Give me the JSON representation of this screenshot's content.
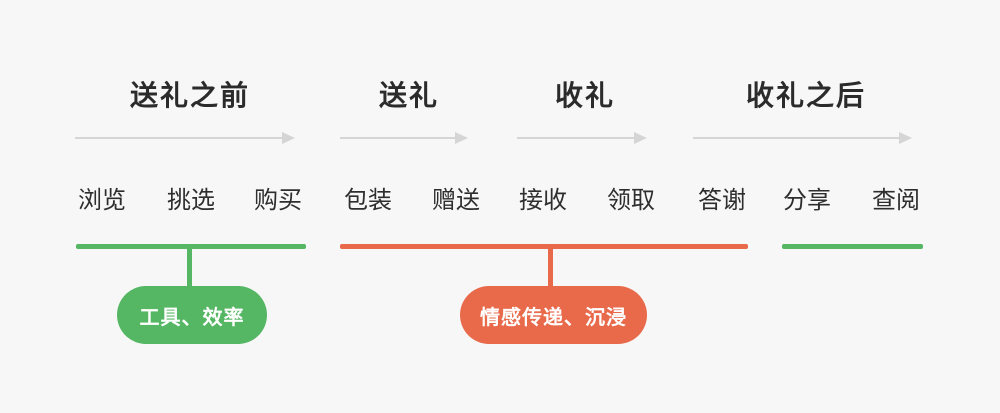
{
  "diagram": {
    "background": "#f7f7f7",
    "colors": {
      "green": "#55b664",
      "red": "#e96a4b",
      "arrow_gray": "#d5d5d5",
      "title_text": "#2b2b2b",
      "badge_text": "#ffffff"
    },
    "phases": [
      {
        "title": "送礼之前",
        "steps": [
          "浏览",
          "挑选",
          "购买"
        ]
      },
      {
        "title": "送礼",
        "steps": [
          "包装",
          "赠送"
        ]
      },
      {
        "title": "收礼",
        "steps": [
          "接收",
          "领取"
        ]
      },
      {
        "title": "收礼之后",
        "steps": [
          "答谢",
          "分享",
          "查阅"
        ]
      }
    ],
    "groups": [
      {
        "color": "#55b664",
        "badge": "工具、效率"
      },
      {
        "color": "#e96a4b",
        "badge": "情感传递、沉浸"
      },
      {
        "color": "#55b664",
        "badge": ""
      }
    ]
  }
}
